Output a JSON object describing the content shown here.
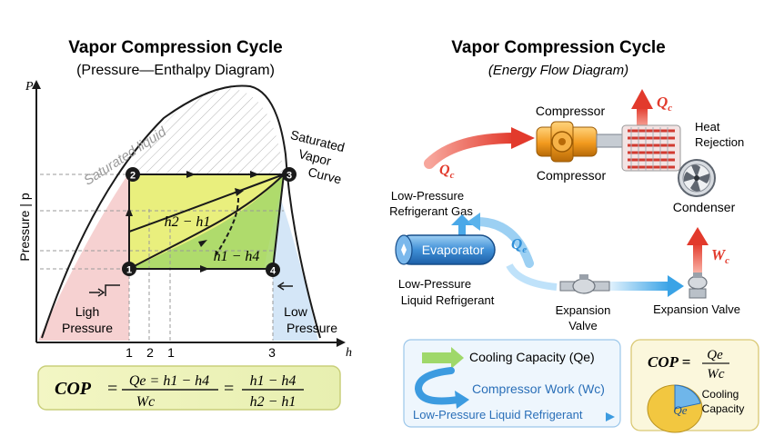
{
  "left_panel": {
    "title": "Vapor Compression Cycle",
    "subtitle": "(Pressure—Enthalpy Diagram)",
    "axis_y_symbol": "P",
    "axis_y_label": "Pressure | p",
    "axis_x_symbol": "h",
    "dome_left_label": "Saturated liquid",
    "dome_right_label": [
      "Saturated",
      "Vapor",
      "Curve"
    ],
    "points": [
      "1",
      "2",
      "3",
      "4"
    ],
    "mid_label": "h2 − h1",
    "low_label": "h1 − h4",
    "high_region_label": [
      "Ligh",
      "Pressure"
    ],
    "low_region_label": [
      "Low",
      "Pressure"
    ],
    "x_ticks": [
      "1",
      "2",
      "1",
      "3"
    ],
    "cop_formula": {
      "lhs": "COP",
      "eq": "=",
      "f1_num": "Qe = h1 − h4",
      "f1_den": "Wc",
      "f2_num": "h1 − h4",
      "f2_den": "h2 − h1"
    }
  },
  "right_panel": {
    "title": "Vapor Compression Cycle",
    "subtitle": "(Energy Flow Diagram)",
    "compressor_top_label": "Compressor",
    "compressor_bottom_label": "Compressor",
    "qc_top_label": "Qc",
    "qc_left_label": "Qc",
    "heat_rejection_label": [
      "Heat",
      "Rejection"
    ],
    "condenser_label": "Condenser",
    "low_pressure_gas_label": [
      "Low-Pressure",
      "Refrigerant Gas"
    ],
    "evaporator_label": "Evaporator",
    "qe_label": "Qe",
    "low_pressure_liquid_label": [
      "Low-Pressure",
      "Liquid Refrigerant"
    ],
    "expansion_valve_mid_label": [
      "Expansion",
      "Valve"
    ],
    "expansion_valve_right_label": "Expansion Valve",
    "wc_label": "Wc",
    "legend": {
      "cooling": "Cooling Capacity (Qe)",
      "work": "Compressor Work (Wc)",
      "liquid": "Low-Pressure Liquid Refrigerant"
    },
    "cop_box": {
      "lhs": "COP =",
      "num": "Qe",
      "den": "Wc",
      "pie_label": "Qe",
      "cooling_label": [
        "Cooling",
        "Capacity"
      ]
    }
  },
  "colors": {
    "dome": "#1a1a1a",
    "yellow_region": "#e9ef7d",
    "green_region": "#a8d86a",
    "pink_region": "#f4c9c9",
    "blue_region": "#cfe3f6",
    "red_arrow": "#e63b2e",
    "blue_arrow": "#3c9be0",
    "cop_box_fill": "#f2f5bf",
    "legend_box_fill": "#eef6fd"
  }
}
